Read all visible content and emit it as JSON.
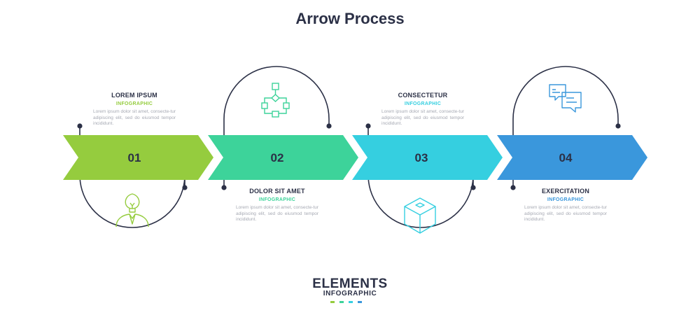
{
  "title": "Arrow Process",
  "steps": [
    {
      "number": "01",
      "heading": "LOREM IPSUM",
      "subheading": "INFOGRAPHIC",
      "text": "Lorem ipsum dolor sit amet, consecte-tur adipiscing elit, sed do eiusmod tempor incididunt.",
      "color": "#95cc3e",
      "icon": "lightbulb-head-icon"
    },
    {
      "number": "02",
      "heading": "DOLOR SIT AMET",
      "subheading": "INFOGRAPHIC",
      "text": "Lorem ipsum dolor sit amet, consecte-tur adipiscing elit, sed do eiusmod tempor incididunt.",
      "color": "#3dd39a",
      "icon": "flowchart-icon"
    },
    {
      "number": "03",
      "heading": "CONSECTETUR",
      "subheading": "INFOGRAPHIC",
      "text": "Lorem ipsum dolor sit amet, consecte-tur adipiscing elit, sed do eiusmod tempor incididunt.",
      "color": "#35cfe0",
      "icon": "cube-icon"
    },
    {
      "number": "04",
      "heading": "EXERCITATION",
      "subheading": "INFOGRAPHIC",
      "text": "Lorem ipsum dolor sit amet, consecte-tur adipiscing elit, sed do eiusmod tempor incididunt.",
      "color": "#3a97dc",
      "icon": "chat-bubbles-icon"
    }
  ],
  "footer": {
    "brand": "ELEMENTS",
    "tagline": "INFOGRAPHIC"
  },
  "stock_id": "1998385962",
  "colors": {
    "text": "#2b3046",
    "connector": "#2b3046"
  }
}
